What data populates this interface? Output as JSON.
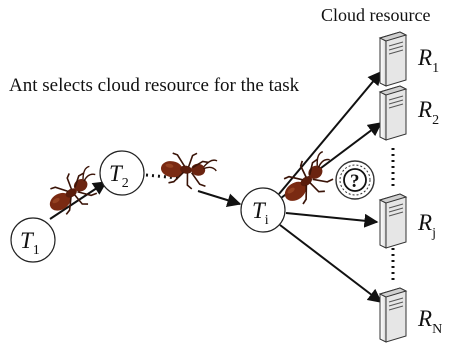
{
  "title": "Cloud resource",
  "caption": "Ant selects cloud resource for the task",
  "tasks": [
    {
      "main": "T",
      "sub": "1"
    },
    {
      "main": "T",
      "sub": "2"
    },
    {
      "main": "T",
      "sub": "i"
    }
  ],
  "resources": [
    {
      "main": "R",
      "sub": "1"
    },
    {
      "main": "R",
      "sub": "2"
    },
    {
      "main": "R",
      "sub": "j"
    },
    {
      "main": "R",
      "sub": "N"
    }
  ],
  "question_glyph": "?",
  "colors": {
    "ant_body": "#7a2a12",
    "ant_dark": "#3a1408",
    "line": "#111111",
    "server": "#f2f2f2"
  }
}
